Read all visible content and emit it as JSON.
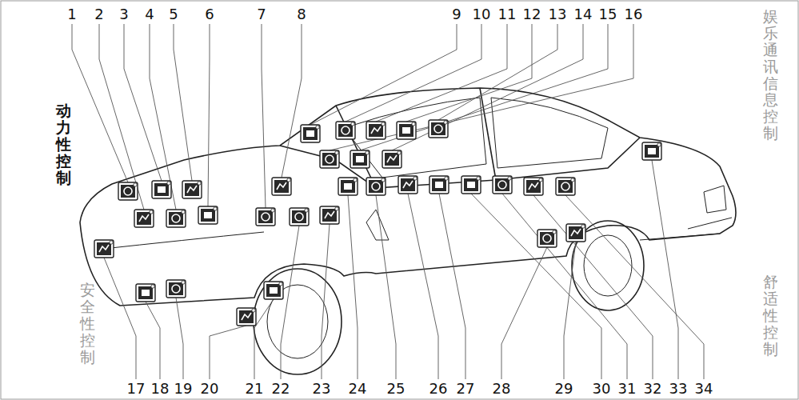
{
  "diagram": {
    "labels": [
      "1",
      "2",
      "3",
      "4",
      "5",
      "6",
      "7",
      "8",
      "9",
      "10",
      "11",
      "12",
      "13",
      "14",
      "15",
      "16",
      "17",
      "18",
      "19",
      "20",
      "21",
      "22",
      "23",
      "24",
      "25",
      "26",
      "27",
      "28",
      "29",
      "30",
      "31",
      "32",
      "33",
      "34",
      "动力性控制",
      "安全性控制",
      "娱乐通讯信息控制",
      "舒适性控制"
    ]
  }
}
